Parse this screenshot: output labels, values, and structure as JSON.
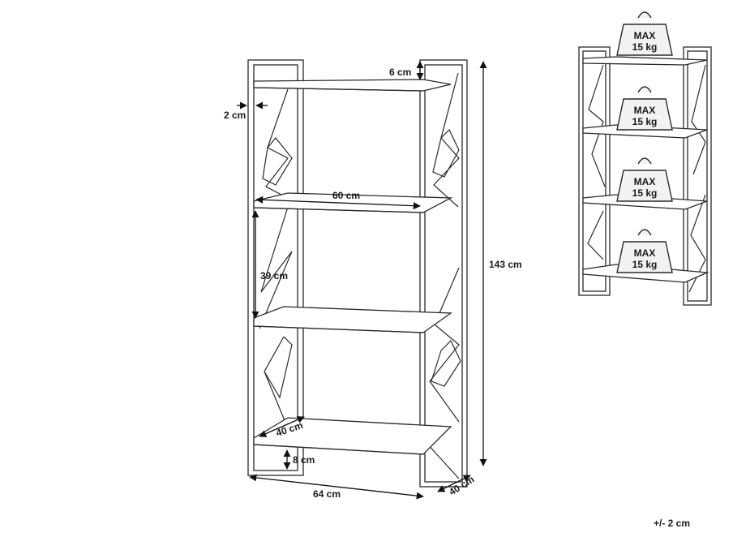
{
  "dimensions": {
    "top_gap": "6 cm",
    "frame_thickness": "2 cm",
    "inner_width": "60 cm",
    "shelf_spacing": "39 cm",
    "shelf_depth": "40 cm",
    "bottom_clearance": "8 cm",
    "total_width": "64 cm",
    "total_depth": "40 cm",
    "total_height": "143 cm"
  },
  "load": {
    "max_label": "MAX",
    "weight_label": "15 kg",
    "shelf_count": 4
  },
  "tolerance": "+/- 2 cm"
}
